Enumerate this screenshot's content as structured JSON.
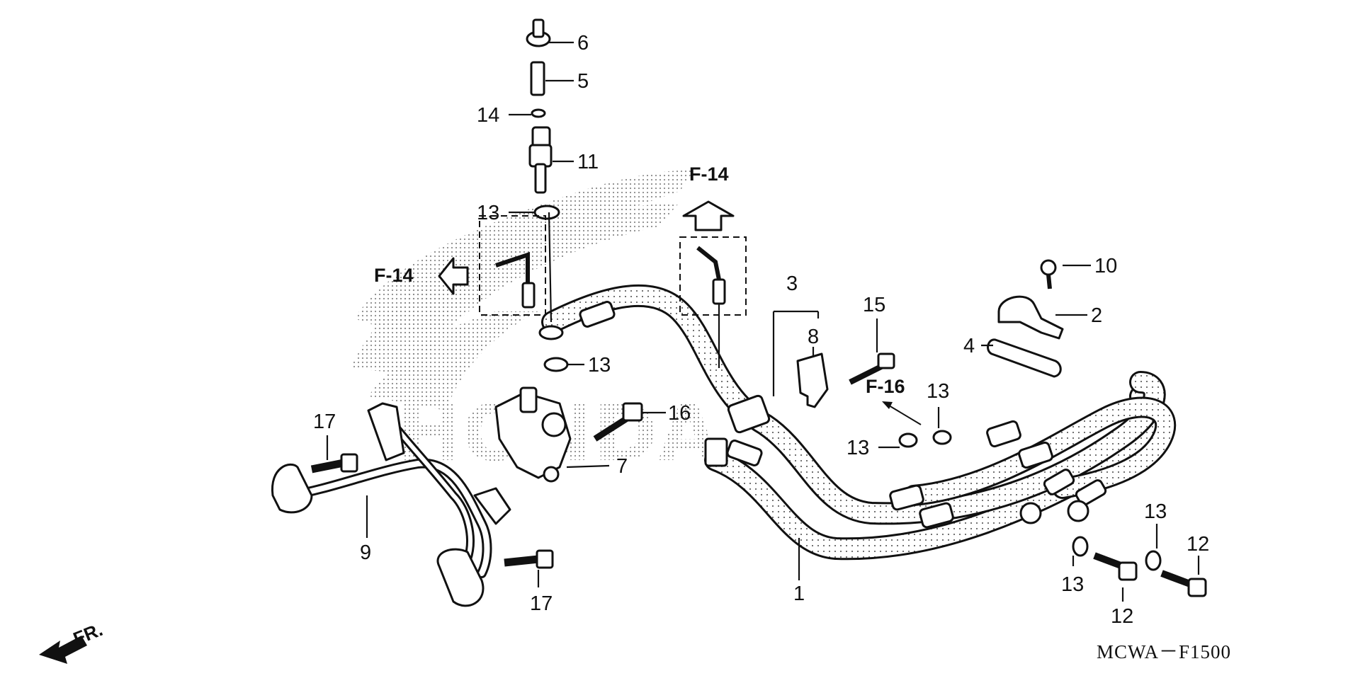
{
  "callouts": {
    "c1": "1",
    "c2": "2",
    "c3": "3",
    "c4": "4",
    "c5": "5",
    "c6": "6",
    "c7": "7",
    "c8": "8",
    "c9": "9",
    "c10": "10",
    "c11": "11",
    "c12a": "12",
    "c12b": "12",
    "c13a": "13",
    "c13b": "13",
    "c13c": "13",
    "c13d": "13",
    "c13e": "13",
    "c13f": "13",
    "c14": "14",
    "c15": "15",
    "c16": "16",
    "c17a": "17",
    "c17b": "17"
  },
  "references": {
    "f14_top": "F-14",
    "f14_left": "F-14",
    "f16": "F-16"
  },
  "watermark": "HONDA",
  "front_indicator": "FR.",
  "diagram_code": "MCWA－F1500",
  "colors": {
    "ink": "#111111",
    "watermark_dots": "#9a9a9a"
  }
}
